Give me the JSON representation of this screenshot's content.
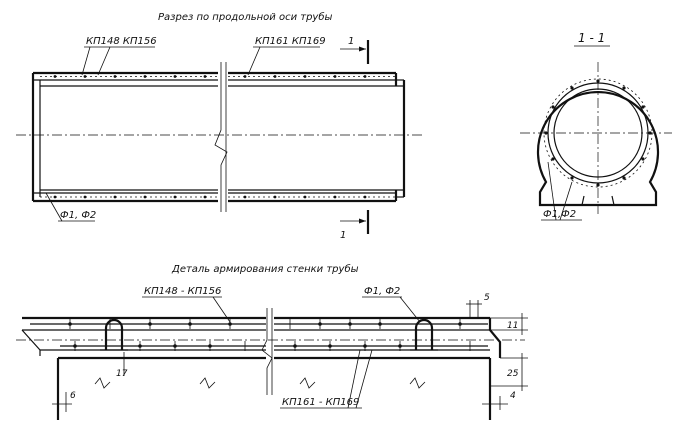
{
  "titles": {
    "longitudinal": "Разрез по продольной оси трубы",
    "detail": "Деталь армирования стенки трубы"
  },
  "labels": {
    "kp148_kp156_top": "КП148 КП156",
    "kp161_kp169_top": "КП161 КП169",
    "f1f2_left": "Ф1, Ф2",
    "cut_top": "1",
    "cut_bottom": "1",
    "section": "1 - 1",
    "f1f2_section": "Ф1,Ф2",
    "kp148_kp156_detail": "КП148 - КП156",
    "f1f2_detail": "Ф1, Ф2",
    "kp161_kp169_detail": "КП161 - КП169"
  },
  "dimensions": {
    "d5": "5",
    "d11": "11",
    "d25": "25",
    "d4": "4",
    "d17": "17",
    "d6": "6"
  }
}
